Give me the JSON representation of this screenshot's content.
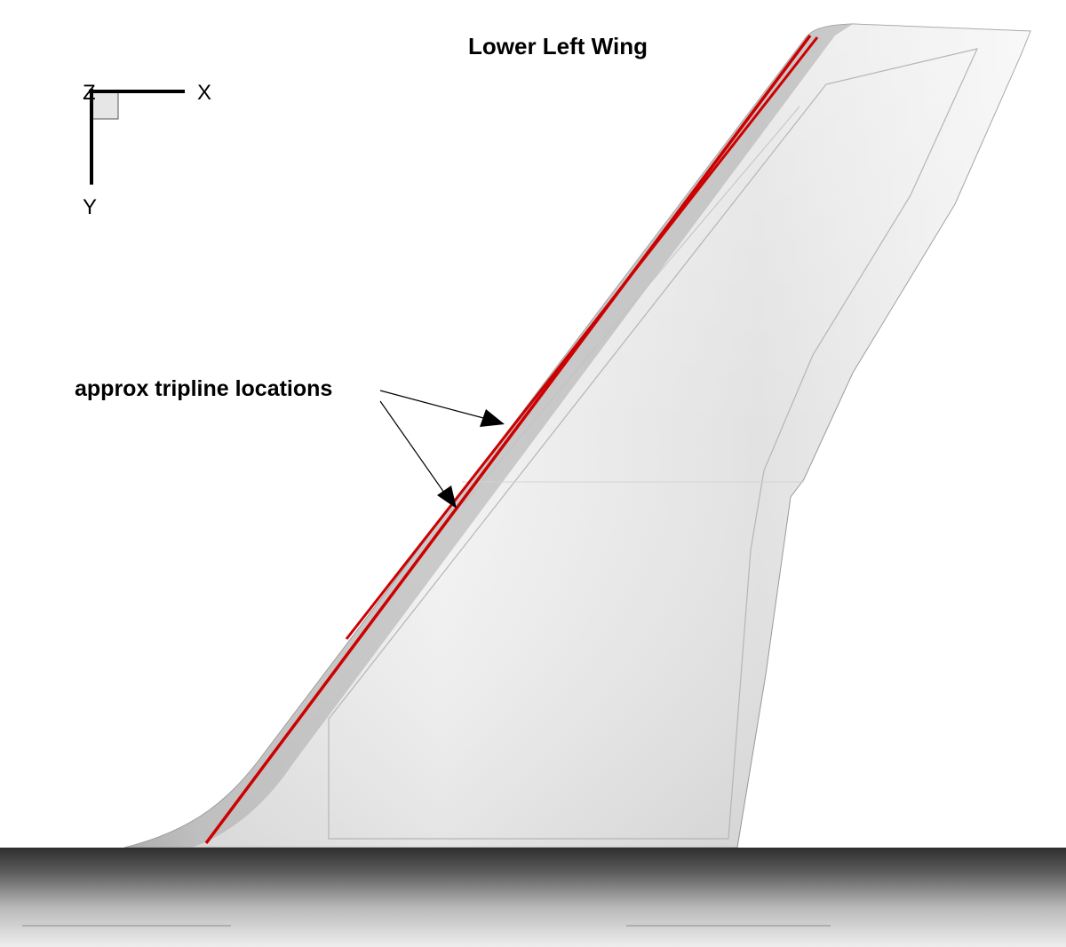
{
  "figure": {
    "title": "Lower Left Wing",
    "annotation": "approx tripline locations"
  },
  "axes_triad": {
    "x_label": "X",
    "y_label": "Y",
    "z_label": "Z"
  },
  "colors": {
    "tripline": "#cc0000",
    "background": "#ffffff",
    "wing_light": "#f4f4f4",
    "wing_dark": "#cfcfcf",
    "fuselage_top": "#3a3a3a",
    "fuselage_bottom": "#f0f0f0"
  }
}
